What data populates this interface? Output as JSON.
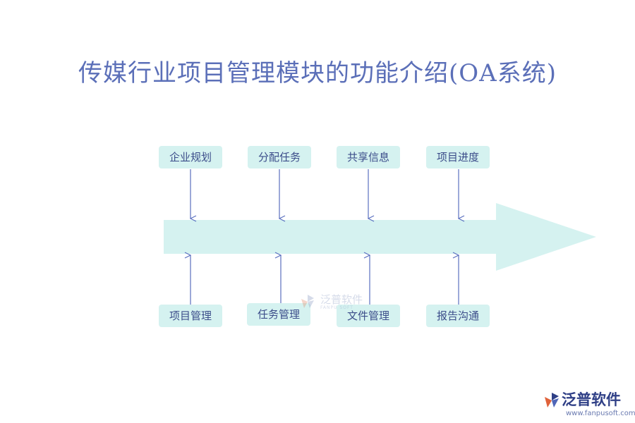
{
  "title": "传媒行业项目管理模块的功能介绍(OA系统)",
  "top_items": [
    "企业规划",
    "分配任务",
    "共享信息",
    "项目进度"
  ],
  "bottom_items": [
    "项目管理",
    "任务管理",
    "文件管理",
    "报告沟通"
  ],
  "colors": {
    "title": "#5b6fb8",
    "arrow_fill": "#d5f2f0",
    "box_fill": "#d5f2f0",
    "box_text": "#3c4d8a",
    "connector": "#5a6fbf"
  },
  "watermark": {
    "text": "泛普软件",
    "subtext": "FANPU SOFT"
  },
  "logo": {
    "name": "泛普软件",
    "url": "www.fanpusoft.com",
    "icon": "fanpu-logo-icon"
  }
}
